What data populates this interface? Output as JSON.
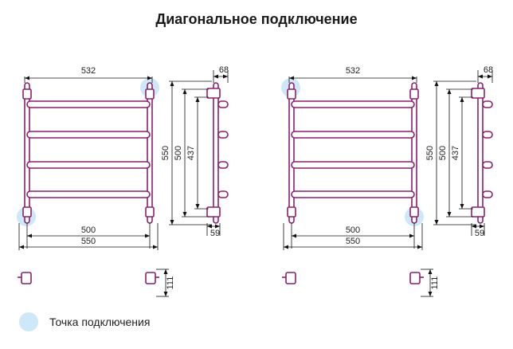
{
  "title": "Диагональное подключение",
  "colors": {
    "pipe": "#8c1f6e",
    "connection_marker": "#cfe8f7"
  },
  "legend": {
    "label": "Точка подключения",
    "marker_icon": "connection-point-icon"
  },
  "variants": [
    {
      "connection": "верх-право / низ-лево",
      "dims": {
        "top_width": "532",
        "height": "550",
        "center": "500",
        "inner": "437",
        "depth": "68",
        "offset": "59",
        "bottom_center": "500",
        "bottom_width": "550",
        "bend": "111"
      },
      "connections": [
        "top-right",
        "bottom-left"
      ]
    },
    {
      "connection": "верх-лево / низ-право",
      "dims": {
        "top_width": "532",
        "height": "550",
        "center": "500",
        "inner": "437",
        "depth": "68",
        "offset": "59",
        "bottom_center": "500",
        "bottom_width": "550",
        "bend": "111"
      },
      "connections": [
        "top-left",
        "bottom-right"
      ]
    }
  ]
}
